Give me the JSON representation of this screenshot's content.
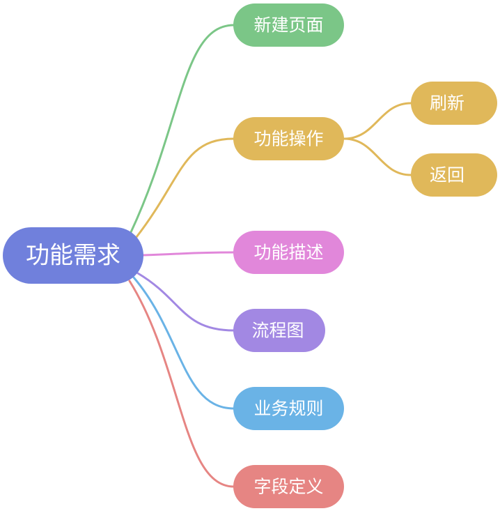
{
  "mindmap": {
    "root": {
      "label": "功能需求",
      "color": "#7080DC"
    },
    "branches": [
      {
        "label": "新建页面",
        "color": "#7BC687",
        "children": []
      },
      {
        "label": "功能操作",
        "color": "#E0B85A",
        "children": [
          {
            "label": "刷新"
          },
          {
            "label": "返回"
          }
        ]
      },
      {
        "label": "功能描述",
        "color": "#E187DA",
        "children": []
      },
      {
        "label": "流程图",
        "color": "#A288E3",
        "children": []
      },
      {
        "label": "业务规则",
        "color": "#6AB3E6",
        "children": []
      },
      {
        "label": "字段定义",
        "color": "#E68583",
        "children": []
      }
    ]
  }
}
